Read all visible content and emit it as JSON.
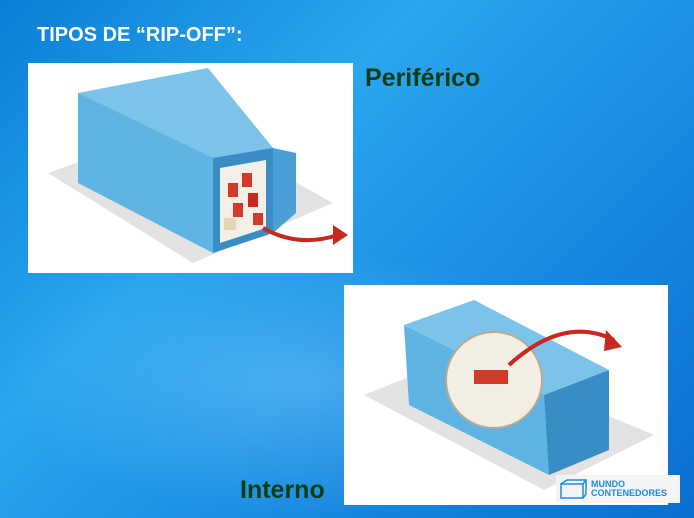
{
  "title": "TIPOS DE “RIP-OFF”:",
  "types": [
    {
      "label": "Periférico"
    },
    {
      "label": "Interno"
    }
  ],
  "logo": {
    "line1": "MUNDO",
    "line2": "CONTENEDORES"
  },
  "colors": {
    "label": "#0f3d12",
    "container": "#5fb4e4",
    "arrow": "#c8281e"
  }
}
